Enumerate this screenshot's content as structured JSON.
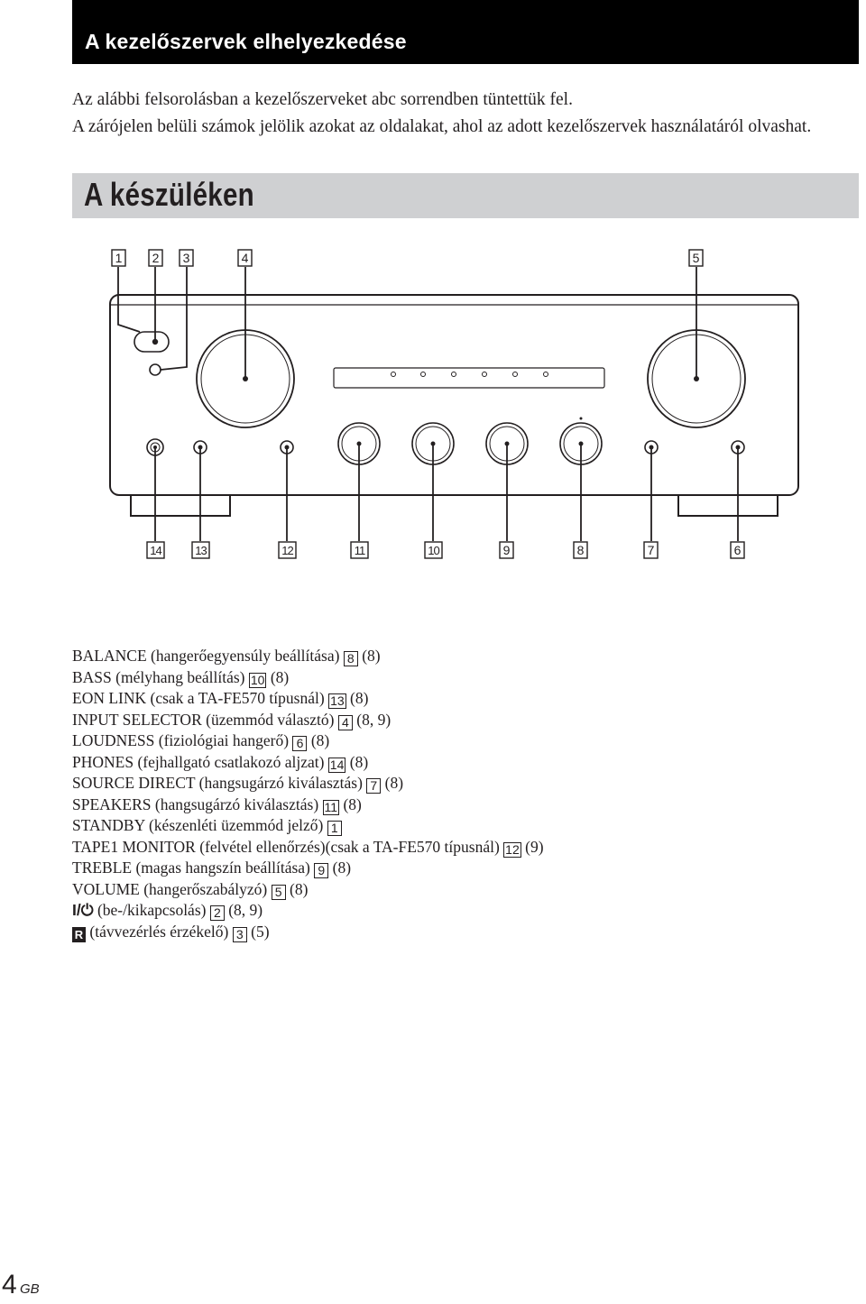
{
  "header": {
    "title": "A kezelőszervek elhelyezkedése"
  },
  "intro": {
    "line1": "Az alábbi felsorolásban a kezelőszerveket abc sorrendben tüntettük fel.",
    "line2": "A zárójelen belüli számok jelölik azokat az oldalakat, ahol az adott kezelőszervek használatáról olvashat."
  },
  "section": {
    "title": "A készüléken"
  },
  "diagram": {
    "top_callouts": [
      "1",
      "2",
      "3",
      "4",
      "5"
    ],
    "bottom_callouts": [
      "14",
      "13",
      "12",
      "11",
      "10",
      "9",
      "8",
      "7",
      "6"
    ]
  },
  "controls": [
    {
      "text": "BALANCE (hangerőegyensúly beállítása)",
      "num": "8",
      "pages": "(8)"
    },
    {
      "text": "BASS (mélyhang beállítás)",
      "num": "10",
      "pages": "(8)"
    },
    {
      "text": "EON LINK (csak a TA-FE570 típusnál)",
      "num": "13",
      "pages": "(8)"
    },
    {
      "text": "INPUT SELECTOR (üzemmód választó)",
      "num": "4",
      "pages": "(8, 9)"
    },
    {
      "text": "LOUDNESS (fiziológiai hangerő)",
      "num": "6",
      "pages": "(8)"
    },
    {
      "text": "PHONES (fejhallgató csatlakozó aljzat)",
      "num": "14",
      "pages": "(8)"
    },
    {
      "text": "SOURCE DIRECT (hangsugárzó kiválasztás)",
      "num": "7",
      "pages": "(8)"
    },
    {
      "text": "SPEAKERS (hangsugárzó kiválasztás)",
      "num": "11",
      "pages": "(8)"
    },
    {
      "text": "STANDBY (készenléti üzemmód jelző)",
      "num": "1",
      "pages": ""
    },
    {
      "text": "TAPE1 MONITOR (felvétel ellenőrzés)(csak a TA-FE570 típusnál)",
      "num": "12",
      "pages": "(9)"
    },
    {
      "text": "TREBLE (magas hangszín beállítása)",
      "num": "9",
      "pages": "(8)"
    },
    {
      "text": "VOLUME (hangerőszabályzó)",
      "num": "5",
      "pages": "(8)"
    },
    {
      "symbol": "I/⏻",
      "text": "(be-/kikapcsolás)",
      "num": "2",
      "pages": "(8, 9)"
    },
    {
      "symbol": "R",
      "text": "(távvezérlés érzékelő)",
      "num": "3",
      "pages": "(5)"
    }
  ],
  "footer": {
    "page": "4",
    "suffix": "GB"
  }
}
